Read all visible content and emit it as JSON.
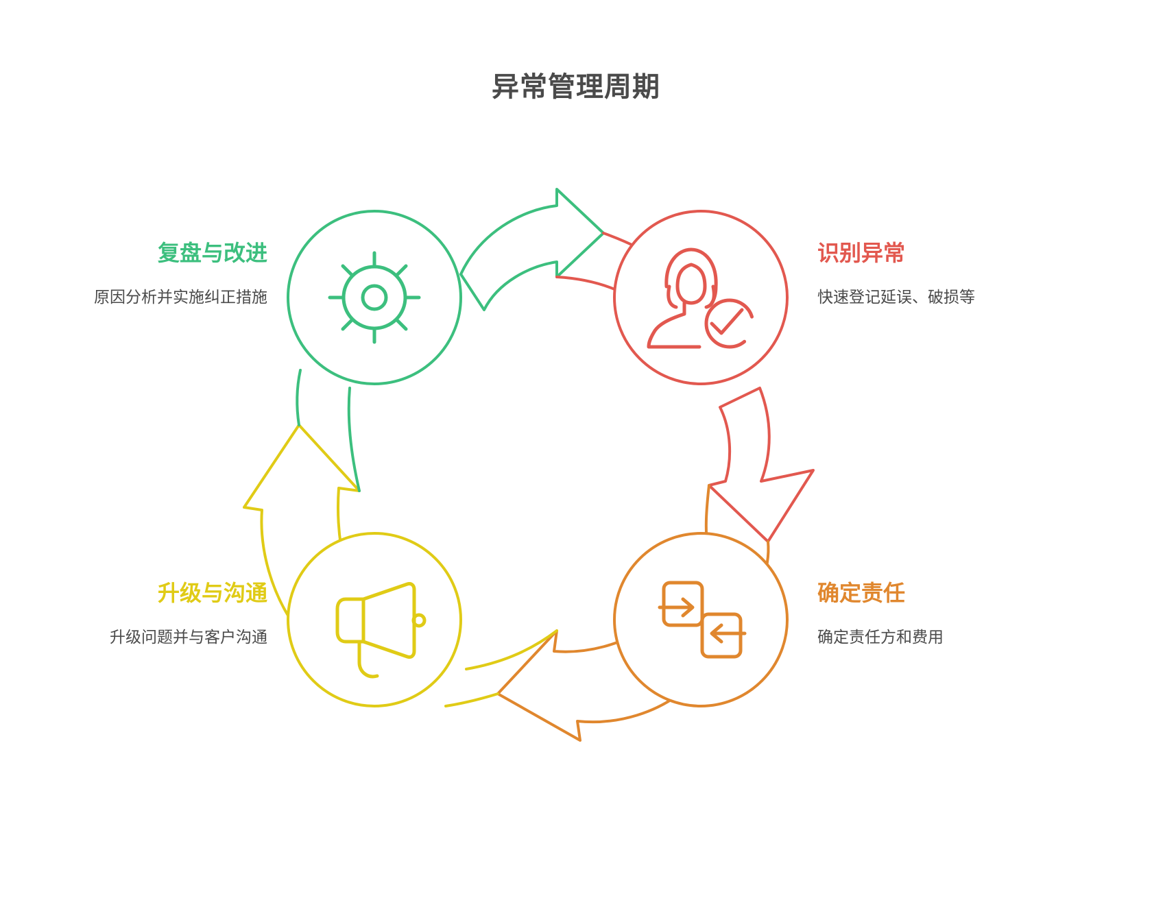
{
  "title": "异常管理周期",
  "colors": {
    "green": "#3cbf7e",
    "red": "#e2584f",
    "orange": "#e0872e",
    "yellow": "#e0cb16",
    "text_dark": "#4a4a4a",
    "background": "#ffffff"
  },
  "steps": [
    {
      "id": "identify",
      "title": "识别异常",
      "desc": "快速登记延误、破损等",
      "color": "#e2584f",
      "icon": "person-check-icon",
      "position": "top-right"
    },
    {
      "id": "assign",
      "title": "确定责任",
      "desc": "确定责任方和费用",
      "color": "#e0872e",
      "icon": "transfer-arrows-icon",
      "position": "bottom-right"
    },
    {
      "id": "escalate",
      "title": "升级与沟通",
      "desc": "升级问题并与客户沟通",
      "color": "#e0cb16",
      "icon": "megaphone-icon",
      "position": "bottom-left"
    },
    {
      "id": "review",
      "title": "复盘与改进",
      "desc": "原因分析并实施纠正措施",
      "color": "#3cbf7e",
      "icon": "gear-sun-icon",
      "position": "top-left"
    }
  ],
  "chart_data": {
    "type": "diagram",
    "subtype": "cycle",
    "title": "异常管理周期",
    "direction": "clockwise",
    "node_count": 4,
    "nodes": [
      {
        "order": 1,
        "label": "识别异常",
        "sublabel": "快速登记延误、破损等",
        "color": "#e2584f"
      },
      {
        "order": 2,
        "label": "确定责任",
        "sublabel": "确定责任方和费用",
        "color": "#e0872e"
      },
      {
        "order": 3,
        "label": "升级与沟通",
        "sublabel": "升级问题并与客户沟通",
        "color": "#e0cb16"
      },
      {
        "order": 4,
        "label": "复盘与改进",
        "sublabel": "原因分析并实施纠正措施",
        "color": "#3cbf7e"
      }
    ]
  }
}
